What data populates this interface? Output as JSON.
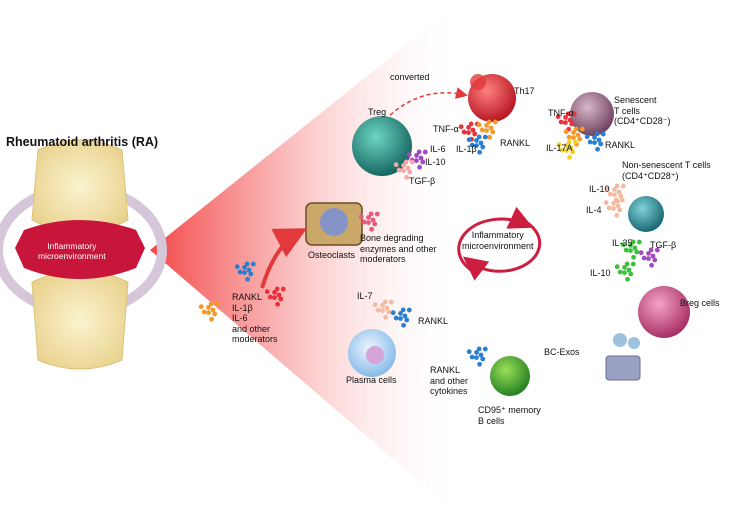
{
  "title": "Rheumatoid arthritis (RA)",
  "joint_label": [
    "Inflammatory",
    "microenvironment"
  ],
  "center_label": [
    "Inflammatory",
    "microenvironment"
  ],
  "arrow_label": "converted",
  "colors": {
    "cone_red": "#f23b3b",
    "treg": "#1f8c86",
    "th17": "#e8323a",
    "senescent": "#8a5a7a",
    "nonsenescent": "#2a8a95",
    "breg": "#d04a8a",
    "osteoclast": "#7a8fd8",
    "plasma": "#a9d3f2",
    "memoryb": "#2ea32e",
    "cycle": "#cc1e3e"
  },
  "labels": {
    "treg": "Treg",
    "th17": "Th17",
    "treg_tnf": "TNF-α",
    "treg_il6": "IL-6",
    "treg_il1b": "IL-1β",
    "treg_rankl": "RANKL",
    "treg_il10": "IL-10",
    "treg_tgfb": "TGF-β",
    "senescent": [
      "Senescent",
      "T cells",
      "(CD4⁺CD28⁻)"
    ],
    "sen_tnf": "TNF-α",
    "sen_il17a": "IL-17A",
    "sen_rankl": "RANKL",
    "nonsenescent": [
      "Non-senescent T cells",
      "(CD4⁺CD28⁺)"
    ],
    "ns_il10": "IL-10",
    "ns_il4": "IL-4",
    "breg_il35": "IL-35",
    "breg_tgfb": "TGF-β",
    "breg_il10": "IL-10",
    "breg": "Breg cells",
    "osteoclasts": "Osteoclasts",
    "bone_enzymes": [
      "Bone degrading",
      "enzymes and other",
      "moderators"
    ],
    "left_moderators": [
      "RANKL",
      "IL-1β",
      "IL-6",
      "and other",
      "moderators"
    ],
    "plasma_il7": "IL-7",
    "plasma_rankl": "RANKL",
    "plasma": "Plasma cells",
    "memb_rankl": [
      "RANKL",
      "and other",
      "cytokines"
    ],
    "memb": [
      "CD95⁺ memory",
      "B cells"
    ],
    "bcexos": "BC-Exos"
  }
}
